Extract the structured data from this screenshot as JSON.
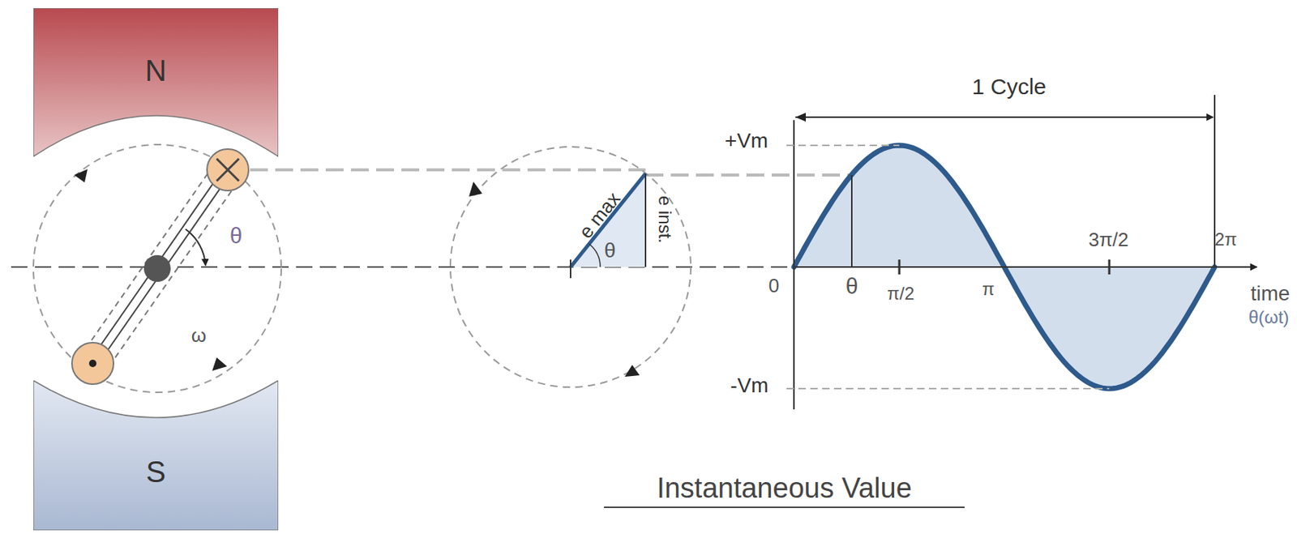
{
  "diagram": {
    "nodes": [
      {
        "text": [
          "N"
        ]
      },
      {
        "text": [
          "S"
        ]
      }
    ],
    "labels": [
      "θ",
      "ω",
      "e max",
      "e inst.",
      "θ",
      "1 Cycle",
      "+Vm",
      "-Vm",
      "0",
      "θ",
      "π/2",
      "π",
      "3π/2",
      "2π",
      "time",
      "θ(ωt)",
      "Instantaneous Value"
    ]
  }
}
